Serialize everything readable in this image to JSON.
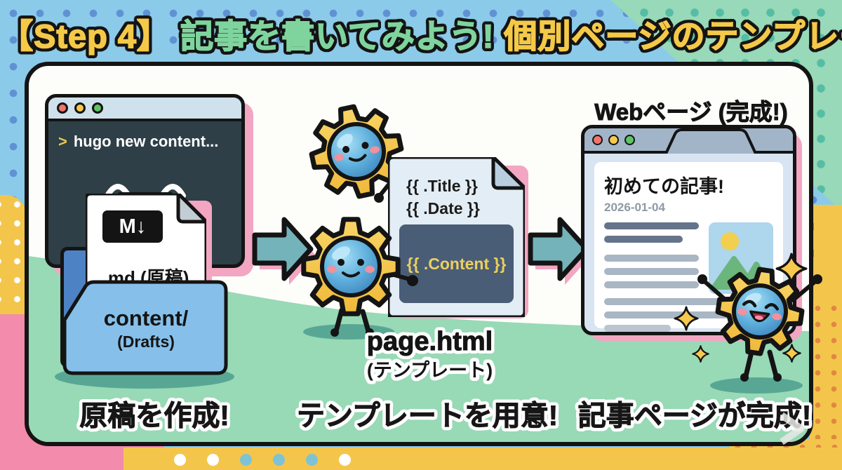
{
  "title": {
    "step": "【Step 4】",
    "main": "記事を書いてみよう!",
    "accent": "個別ページのテンプレート"
  },
  "left_section": {
    "terminal": {
      "prompt": ">",
      "command": "hugo new content..."
    },
    "md_file": {
      "logo": "M↓",
      "label": ".md (原稿)"
    },
    "folder": {
      "name": "content/",
      "sub": "(Drafts)"
    },
    "caption": "原稿を作成!"
  },
  "middle_section": {
    "template_file": {
      "line1": "{{ .Title }}",
      "line2": "{{ .Date }}",
      "content": "{{ .Content }}"
    },
    "file_name": "page.html",
    "file_sub": "(テンプレート)",
    "caption": "テンプレートを用意!"
  },
  "right_section": {
    "heading": "Webページ (完成!)",
    "article": {
      "title": "初めての記事!",
      "date": "2026-01-04"
    },
    "caption": "記事ページが完成!"
  },
  "icons": {
    "traffic_lights": "window-button-dots",
    "gear_mascot": "gear-character",
    "sparkle": "four-point-star",
    "arrow": "right-arrow"
  },
  "colors": {
    "bg_blue": "#8ccae9",
    "bg_green": "#97d9b8",
    "bg_yellow": "#f3c64b",
    "bg_pink": "#f28bac",
    "shadow_pink": "#f2a6c2",
    "panel_ground": "#98d9b6",
    "terminal_bg": "#2e3f47",
    "title_yellow": "#f5c948",
    "title_green": "#7fd49e",
    "gear_yellow": "#f6c846",
    "gear_face_blue": "#5fb0dd",
    "arrow_teal": "#74b3ba",
    "folder_front": "#86c0ea",
    "folder_back": "#4d82c4",
    "content_box": "#4a5d77",
    "content_text": "#ecd05e"
  }
}
